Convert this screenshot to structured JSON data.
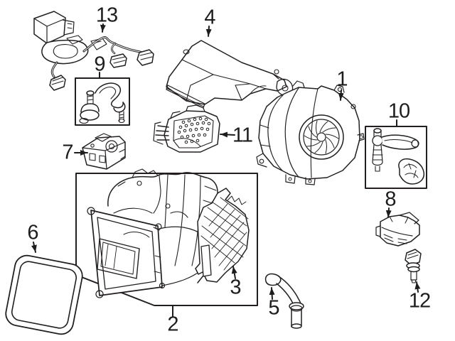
{
  "diagram": {
    "kind": "exploded-parts-diagram",
    "background_color": "#ffffff",
    "line_color": "#231f20",
    "callout_count": "13"
  },
  "callouts": [
    {
      "label": "1"
    },
    {
      "label": "2"
    },
    {
      "label": "3"
    },
    {
      "label": "4"
    },
    {
      "label": "5"
    },
    {
      "label": "6"
    },
    {
      "label": "7"
    },
    {
      "label": "8"
    },
    {
      "label": "9"
    },
    {
      "label": "10"
    },
    {
      "label": "11"
    },
    {
      "label": "12"
    },
    {
      "label": "13"
    }
  ]
}
